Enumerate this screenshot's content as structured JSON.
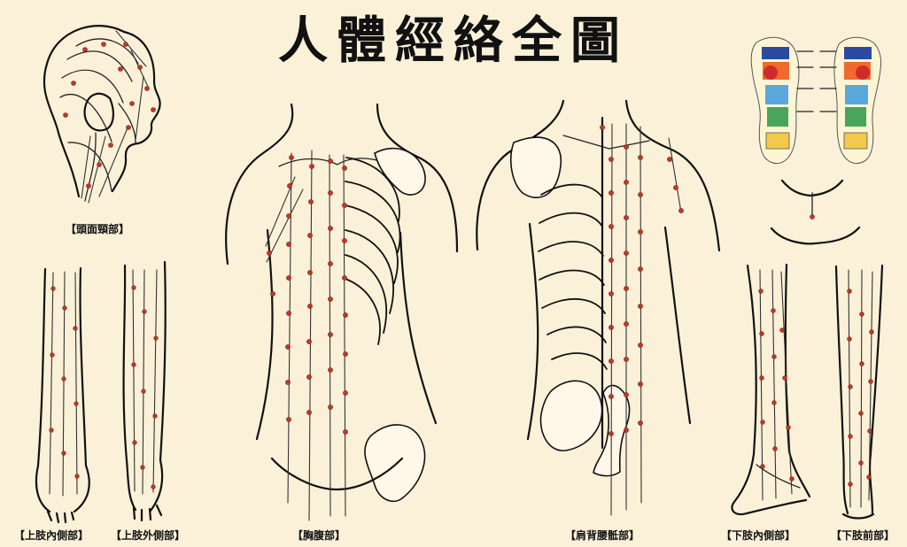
{
  "title": "人體經絡全圖",
  "labels": {
    "head": "【頭面頸部】",
    "upper_inner": "【上肢內側部】",
    "upper_outer": "【上肢外側部】",
    "chest": "【胸腹部】",
    "back": "【肩背腰骶部】",
    "lower_inner": "【下肢內側部】",
    "lower_front": "【下肢前部】"
  },
  "colors": {
    "background": "#fbf1d8",
    "line": "#111111",
    "point": "#c0392b"
  },
  "icons": [
    "head-diagram",
    "arm-diagram",
    "torso-diagram",
    "back-diagram",
    "leg-diagram",
    "foot-reflexology-diagram"
  ]
}
